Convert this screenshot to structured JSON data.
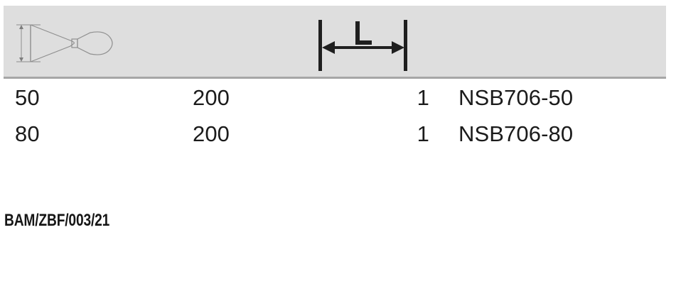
{
  "table": {
    "header": {
      "columns": [
        {
          "key": "blade_width",
          "icon": "scraper-blade-width-icon",
          "label": ""
        },
        {
          "key": "length",
          "icon": "length-dimension-icon",
          "label": "L"
        },
        {
          "key": "pack_quantity",
          "icon": "carton-box-icon",
          "label": ""
        },
        {
          "key": "article_number",
          "icon": "fish-symbol-icon",
          "label": ""
        }
      ]
    },
    "rows": [
      {
        "blade_width": "50",
        "length": "200",
        "pack_quantity": "1",
        "article_number": "NSB706-50"
      },
      {
        "blade_width": "80",
        "length": "200",
        "pack_quantity": "1",
        "article_number": "NSB706-80"
      }
    ]
  },
  "footer": {
    "reference": "BAM/ZBF/003/21"
  },
  "colors": {
    "header_band": "#dedede",
    "header_rule": "#a6a6a6",
    "text": "#1b1b1b",
    "icon_line_light": "#8a8a8a",
    "icon_line_dark": "#2b2b2b",
    "page_background": "#ffffff"
  }
}
